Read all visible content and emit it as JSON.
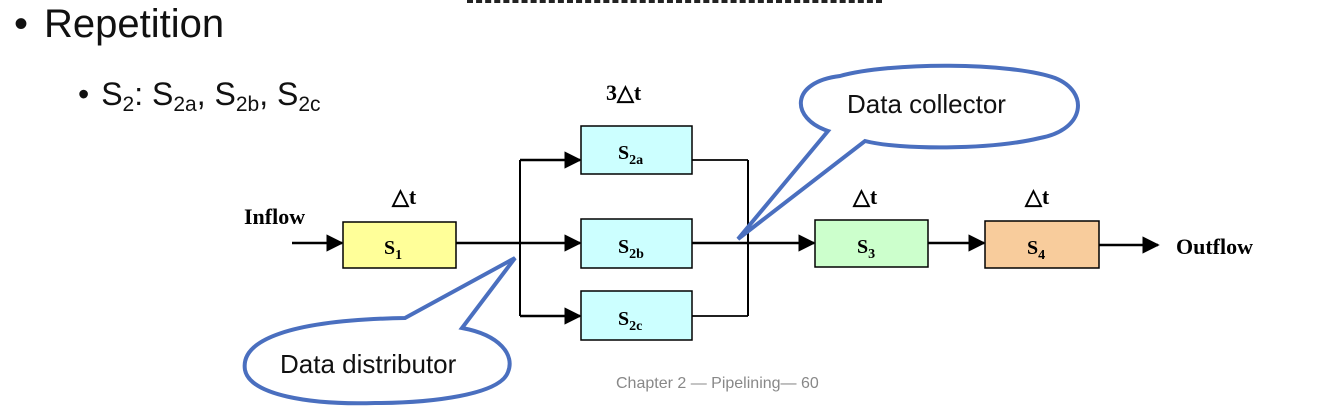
{
  "slide": {
    "bullet_main": "Repetition",
    "bullet_sub": {
      "prefix": "S",
      "prefix_sub": "2",
      "sep": ": ",
      "items": [
        {
          "base": "S",
          "sub": "2a",
          "after": ", "
        },
        {
          "base": "S",
          "sub": "2b",
          "after": ", "
        },
        {
          "base": "S",
          "sub": "2c",
          "after": ""
        }
      ]
    },
    "footer": "Chapter 2 — Pipelining— 60"
  },
  "diagram": {
    "time_labels": {
      "parallel": "3△t",
      "s1": "△t",
      "s3": "△t",
      "s4": "△t"
    },
    "inflow": "Inflow",
    "outflow": "Outflow",
    "stages": {
      "s1": {
        "base": "S",
        "sub": "1"
      },
      "s2a": {
        "base": "S",
        "sub": "2a"
      },
      "s2b": {
        "base": "S",
        "sub": "2b"
      },
      "s2c": {
        "base": "S",
        "sub": "2c"
      },
      "s3": {
        "base": "S",
        "sub": "3"
      },
      "s4": {
        "base": "S",
        "sub": "4"
      }
    },
    "callouts": {
      "collector": "Data collector",
      "distributor": "Data distributor"
    },
    "colors": {
      "s1": "#ffff99",
      "s2": "#ccffff",
      "s3": "#ccffcc",
      "s4": "#f8cc9c",
      "bubble_outline": "#4a6fbf"
    }
  }
}
